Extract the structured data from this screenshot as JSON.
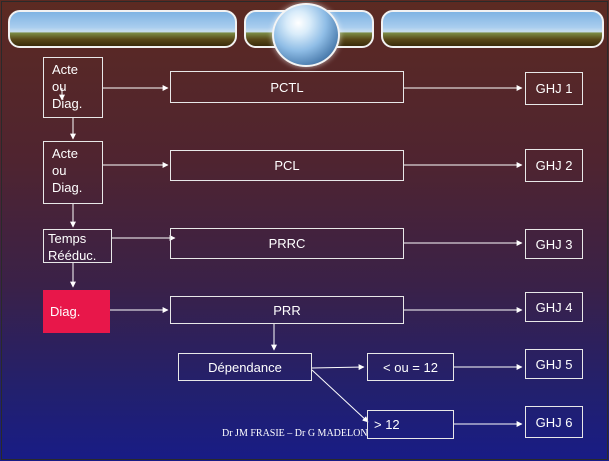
{
  "boxes": {
    "acte1": [
      "Acte",
      "ou",
      "Diag."
    ],
    "acte2": [
      "Acte",
      "ou",
      "Diag."
    ],
    "temps": [
      "Temps",
      "Rééduc."
    ],
    "diag": "Diag.",
    "pctl": "PCTL",
    "pcl": "PCL",
    "prrc": "PRRC",
    "prr": "PRR",
    "dependance": "Dépendance",
    "cond_le12": "< ou = 12",
    "cond_gt12": "> 12",
    "ghj1": "GHJ 1",
    "ghj2": "GHJ 2",
    "ghj3": "GHJ 3",
    "ghj4": "GHJ 4",
    "ghj5": "GHJ 5",
    "ghj6": "GHJ 6"
  },
  "footer": "Dr JM FRASIE – Dr G MADELON",
  "colors": {
    "highlight": "#e8174a",
    "line": "#ffffff"
  }
}
